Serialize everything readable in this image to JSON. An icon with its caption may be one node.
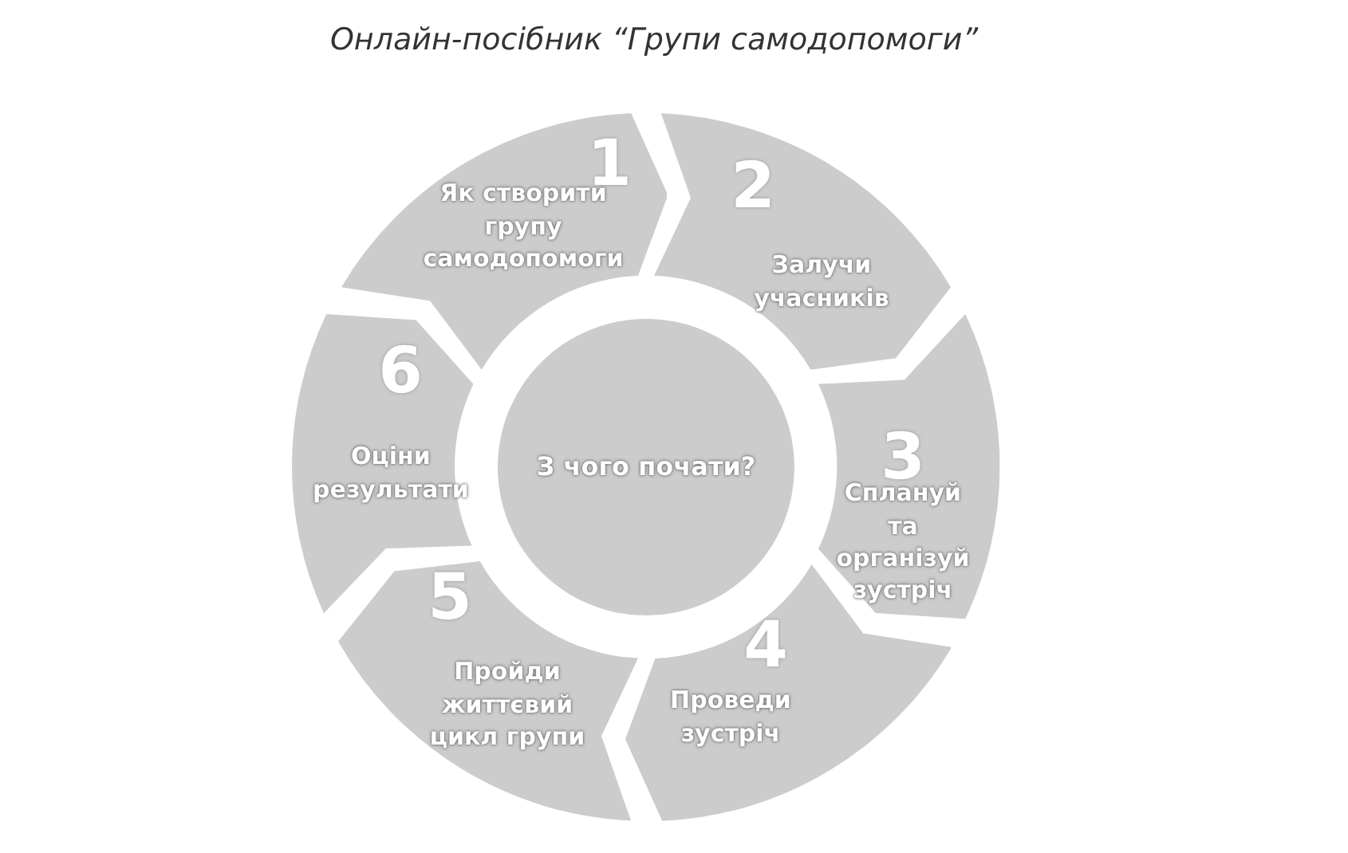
{
  "diagram": {
    "title": "Онлайн-посібник “Групи самодопомоги”",
    "nodes": [
      {
        "text": [
          "1",
          "Як створити групу самодопомоги"
        ]
      },
      {
        "text": [
          "2",
          "Залучи учасників"
        ]
      },
      {
        "text": [
          "3",
          "Сплануй та організуй зустріч"
        ]
      },
      {
        "text": [
          "4",
          "Проведи зустріч"
        ]
      },
      {
        "text": [
          "5",
          "Пройди життєвий цикл групи"
        ]
      },
      {
        "text": [
          "6",
          "Оціни результати"
        ]
      },
      {
        "text": [
          "З чого почати?"
        ]
      }
    ]
  }
}
